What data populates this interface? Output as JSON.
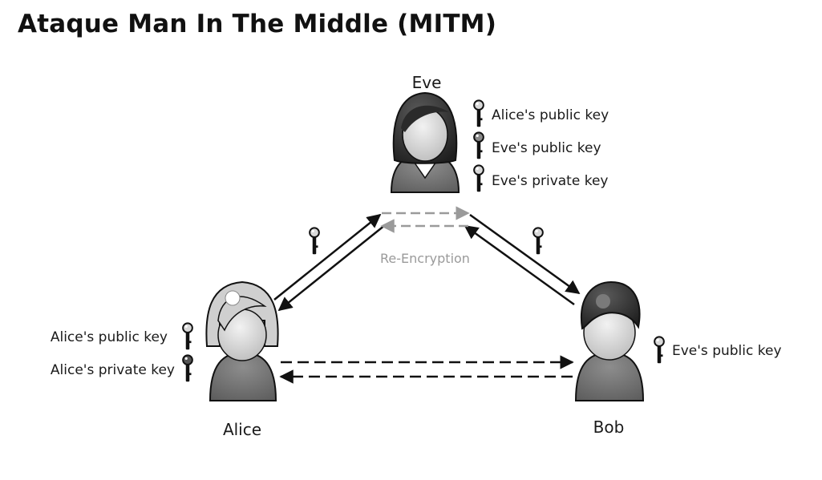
{
  "title": "Ataque Man In The Middle (MITM)",
  "actors": {
    "eve": "Eve",
    "alice": "Alice",
    "bob": "Bob"
  },
  "eve_keys": [
    "Alice's public key",
    "Eve's public key",
    "Eve's private key"
  ],
  "alice_keys": [
    "Alice's public key",
    "Alice's private key"
  ],
  "bob_keys": [
    "Eve's public key"
  ],
  "re_encryption": "Re-Encryption",
  "colors": {
    "arrow": "#111111",
    "re_encryption": "#9a9a9a",
    "key_public": "#d9d9d9",
    "key_private": "#555555"
  }
}
